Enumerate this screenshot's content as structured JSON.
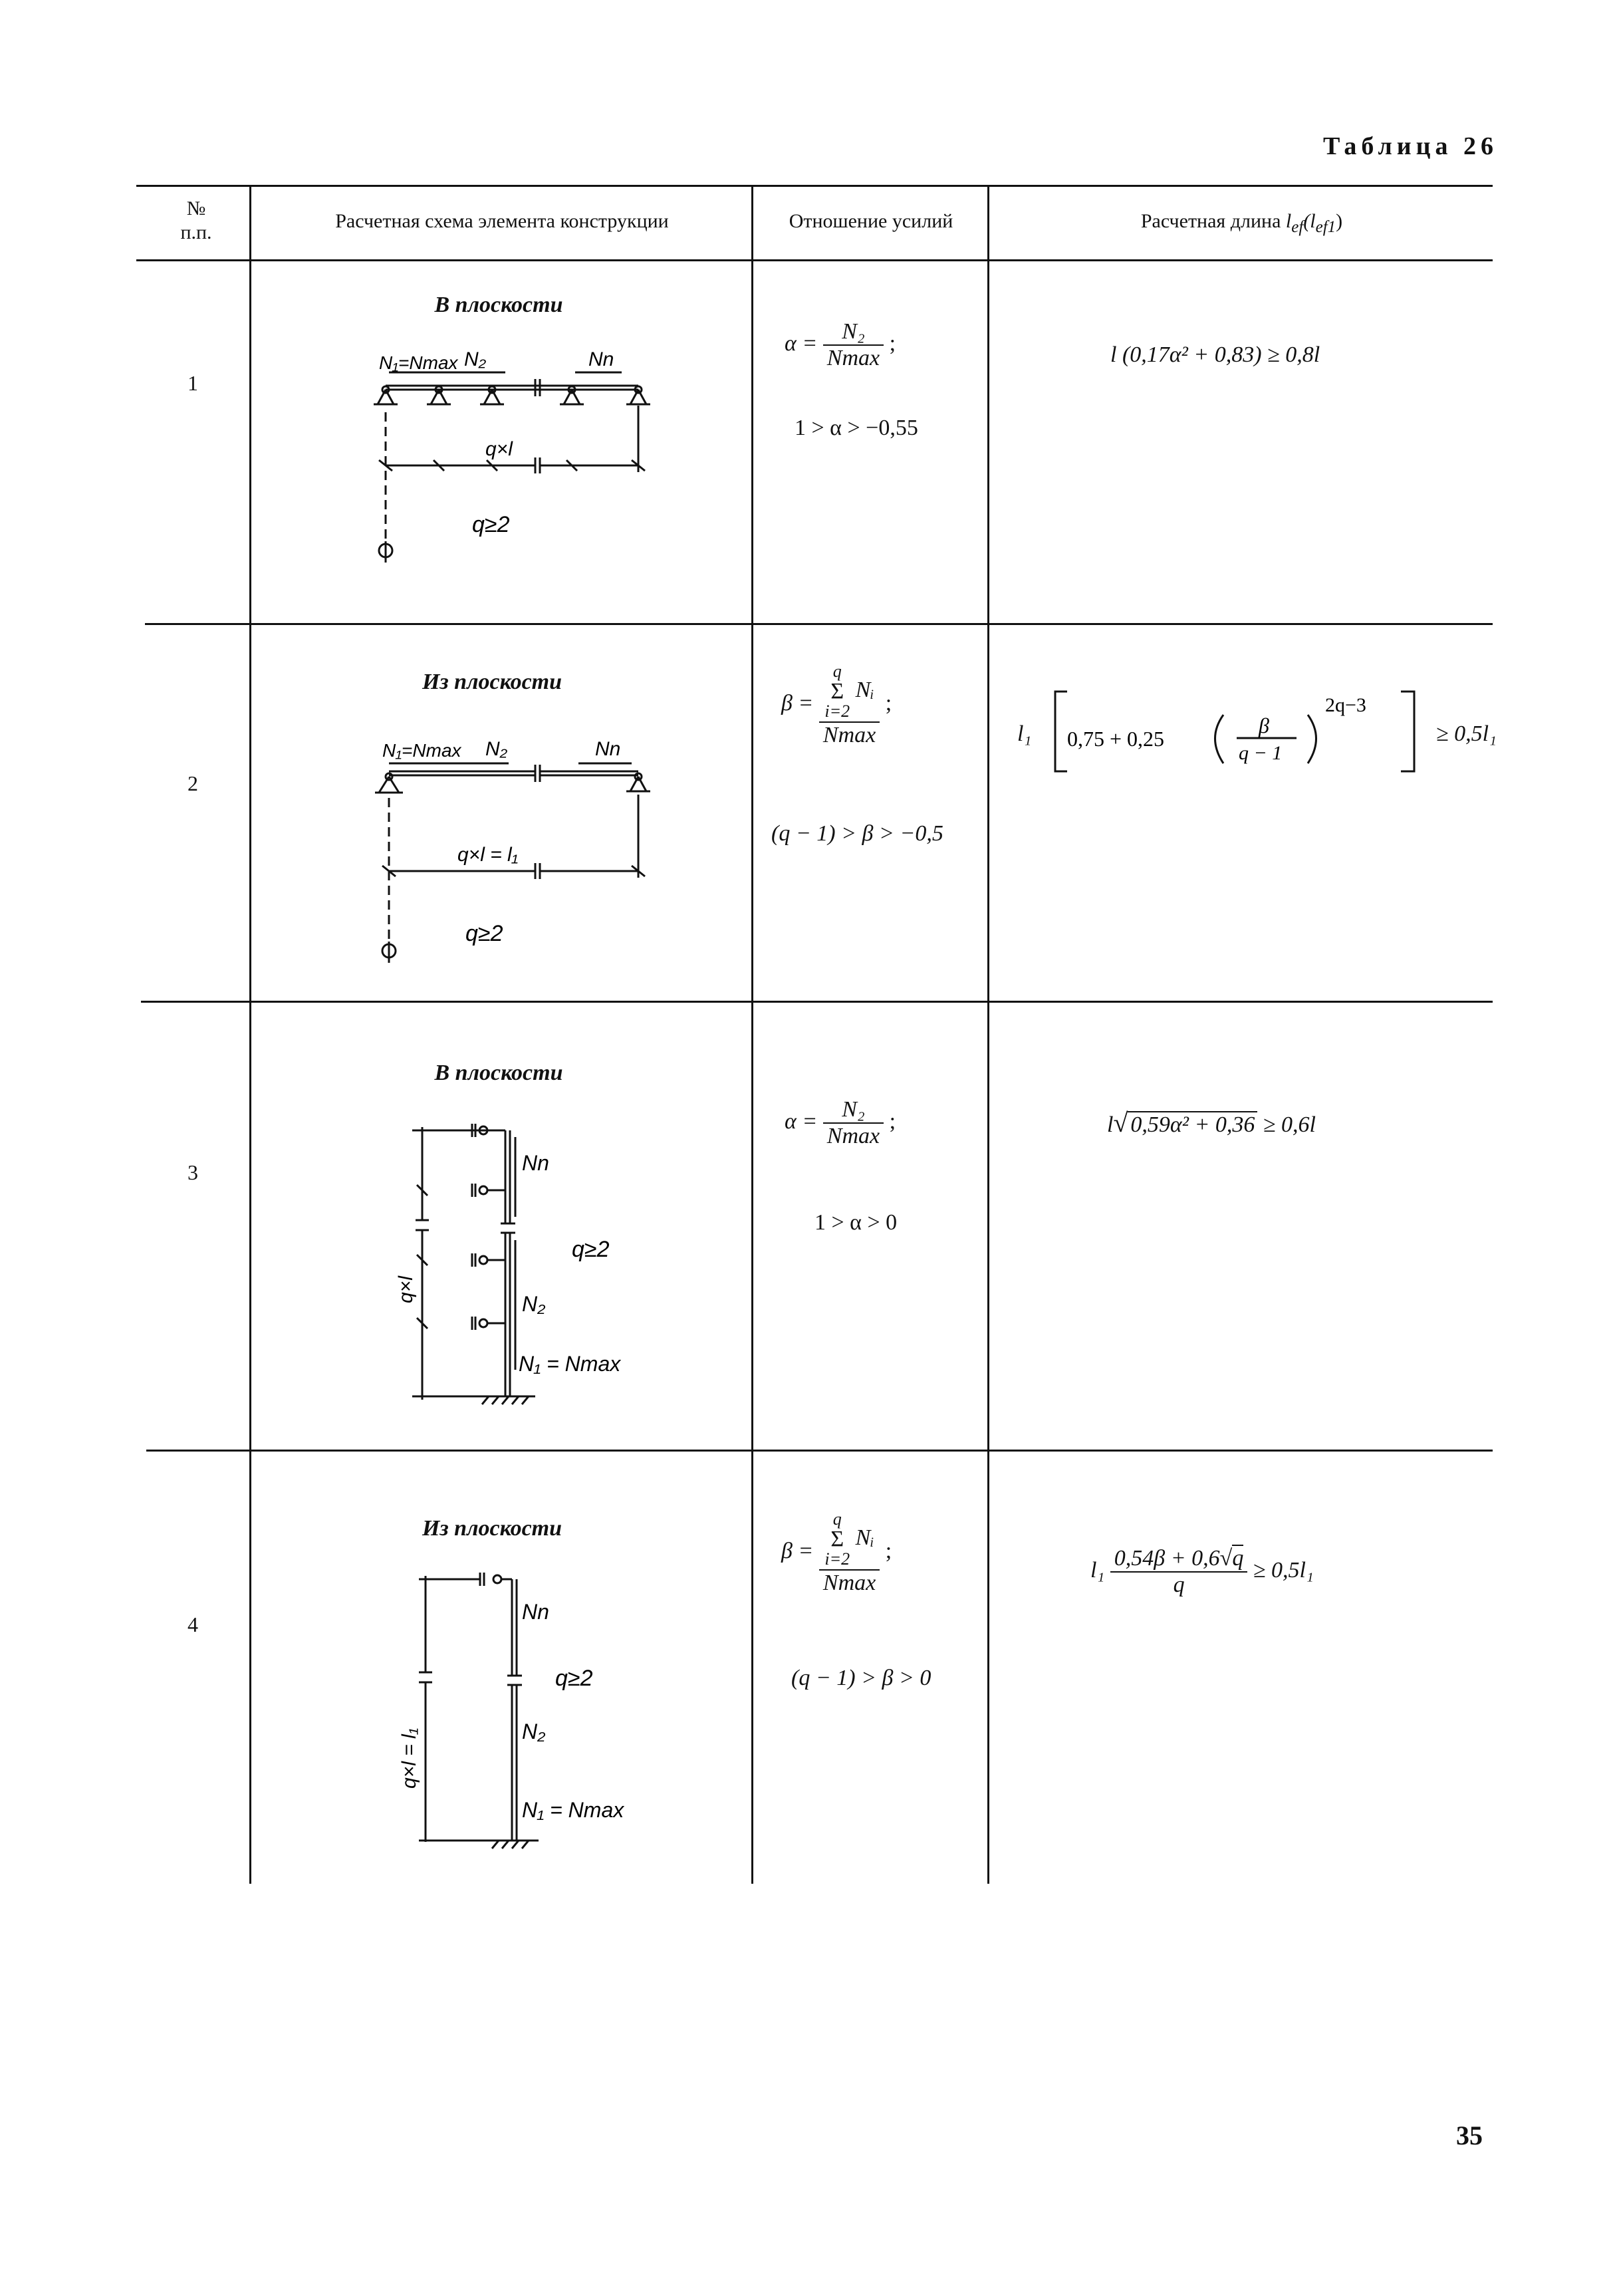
{
  "table_title": "Таблица 26",
  "page_number": "35",
  "header": {
    "num_line1": "№",
    "num_line2": "п.п.",
    "scheme": "Расчетная схема элемента конструкции",
    "ratio": "Отношение усилий",
    "length_prefix": "Расчетная длина ",
    "length_sym": "l",
    "length_sub": "ef",
    "length_sym2": "(l",
    "length_sub2": "ef1",
    "length_close": ")"
  },
  "rows": [
    {
      "num": "1",
      "caption": "В плоскости",
      "labels": {
        "n1": "N₁=Nmax",
        "n2": "N₂",
        "nn": "Nn",
        "ql": "q×l",
        "q2": "q≥2"
      },
      "ratio_lhs": "α =",
      "ratio_num": "N₂",
      "ratio_den": "Nmax",
      "ratio_semi": ";",
      "ratio_range": "1 > α > −0,55",
      "length": "l (0,17α² + 0,83) ≥ 0,8l"
    },
    {
      "num": "2",
      "caption": "Из плоскости",
      "labels": {
        "n1": "N₁=Nmax",
        "n2": "N₂",
        "nn": "Nn",
        "ql": "q×l = l₁",
        "q2": "q≥2"
      },
      "ratio_lhs": "β =",
      "ratio_sum_top": "q",
      "ratio_sum": "Σ",
      "ratio_sum_bottom": "i=2",
      "ratio_num": "Nᵢ",
      "ratio_den": "Nmax",
      "ratio_semi": ";",
      "ratio_range": "(q − 1) > β > −0,5",
      "length_l": "l₁",
      "length_inner": "0,75 + 0,25",
      "length_fnum": "β",
      "length_fden": "q − 1",
      "length_exp": "2q−3",
      "length_tail": "≥ 0,5l₁"
    },
    {
      "num": "3",
      "caption": "В плоскости",
      "labels": {
        "n1": "N₁ = Nmax",
        "n2": "N₂",
        "nn": "Nn",
        "ql": "q×l",
        "q2": "q≥2"
      },
      "ratio_lhs": "α =",
      "ratio_num": "N₂",
      "ratio_den": "Nmax",
      "ratio_semi": ";",
      "ratio_range": "1 > α > 0",
      "length_l": "l",
      "length_radicand": "0,59α² + 0,36",
      "length_tail": "≥ 0,6l"
    },
    {
      "num": "4",
      "caption": "Из плоскости",
      "labels": {
        "n1": "N₁ = Nmax",
        "n2": "N₂",
        "nn": "Nn",
        "ql": "q×l = l₁",
        "q2": "q≥2"
      },
      "ratio_lhs": "β =",
      "ratio_sum_top": "q",
      "ratio_sum": "Σ",
      "ratio_sum_bottom": "i=2",
      "ratio_num": "Nᵢ",
      "ratio_den": "Nmax",
      "ratio_semi": ";",
      "ratio_range": "(q − 1) > β > 0",
      "length_l": "l₁",
      "length_fnum_a": "0,54β + 0,6",
      "length_fnum_rad": "q",
      "length_fden": "q",
      "length_tail": "≥ 0,5l₁"
    }
  ]
}
